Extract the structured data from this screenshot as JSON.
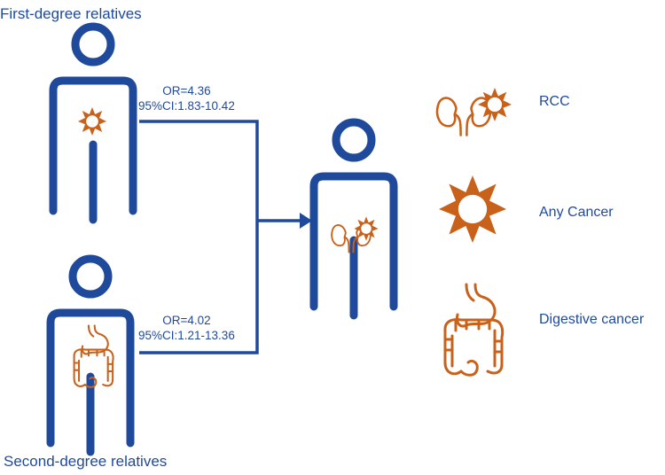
{
  "groups": {
    "first_label": "First-degree relatives",
    "second_label": "Second-degree relatives"
  },
  "associations": {
    "first": {
      "or": "OR=4.36",
      "ci": "95%CI:1.83-10.42"
    },
    "second": {
      "or": "OR=4.02",
      "ci": "95%CI:1.21-13.36"
    }
  },
  "legend": {
    "rcc": "RCC",
    "any_cancer": "Any Cancer",
    "digestive": "Digestive cancer"
  },
  "icons": [
    "person-icon",
    "kidney-icon",
    "cancer-star-icon",
    "digestive-tract-icon",
    "arrow-icon"
  ],
  "colors": {
    "figure": "#1f4a9c",
    "organ": "#c8621b"
  }
}
